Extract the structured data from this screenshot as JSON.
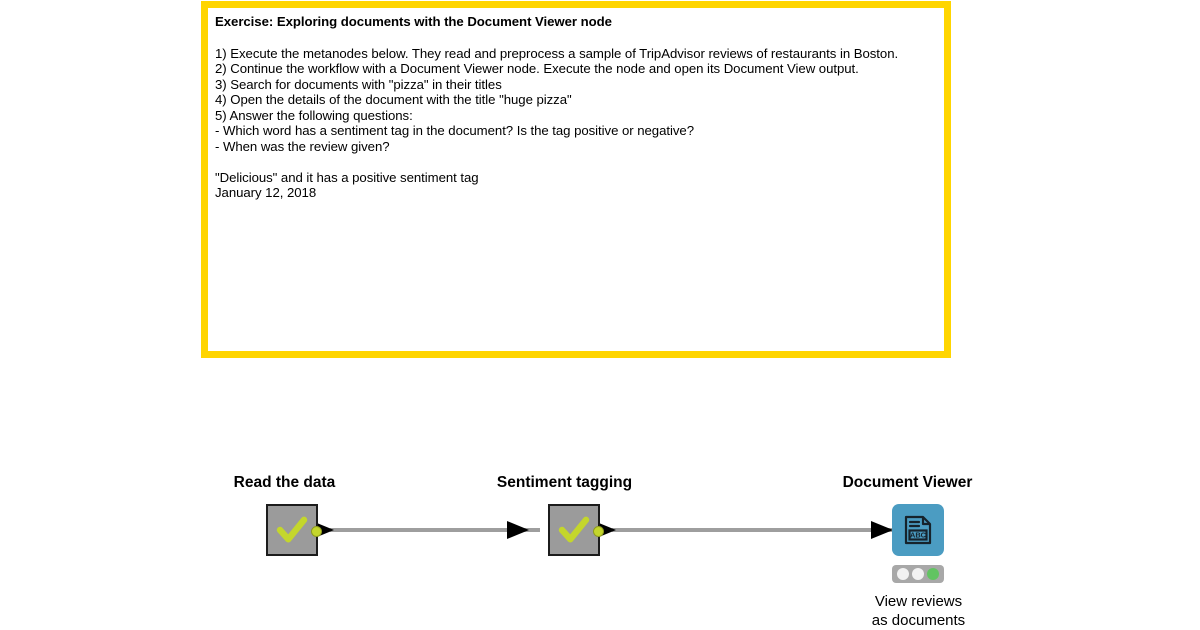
{
  "exercise": {
    "title": "Exercise: Exploring documents with the Document Viewer node",
    "lines": [
      "1) Execute the metanodes below. They read and preprocess a sample of TripAdvisor reviews of restaurants in Boston.",
      "2) Continue the workflow with a Document Viewer node. Execute the node and open its Document View output.",
      "3) Search for documents with \"pizza\" in their titles",
      "4) Open the details of the document with the title \"huge pizza\"",
      "5) Answer the following questions:",
      "- Which word has a sentiment tag in the document? Is the tag positive or negative?",
      "- When was the review given?"
    ],
    "answers": [
      "\"Delicious\" and it has a positive sentiment tag",
      "January 12, 2018"
    ],
    "border_color": "#ffd500"
  },
  "workflow": {
    "nodes": [
      {
        "id": "read-the-data",
        "label": "Read the data",
        "type": "metanode",
        "icon": "check-icon",
        "caption": "",
        "color": "#9b9b9b"
      },
      {
        "id": "sentiment-tagging",
        "label": "Sentiment tagging",
        "type": "metanode",
        "icon": "check-icon",
        "caption": "",
        "color": "#9b9b9b"
      },
      {
        "id": "document-viewer",
        "label": "Document Viewer",
        "type": "node",
        "icon": "document-abc-icon",
        "caption_line1": "View reviews",
        "caption_line2": "as documents",
        "color": "#4b9cc2",
        "status": [
          "idle",
          "idle",
          "executed"
        ]
      }
    ],
    "connection_color": "#9e9e9e",
    "port_color": "#c4d62c",
    "status_green": "#62c462"
  }
}
